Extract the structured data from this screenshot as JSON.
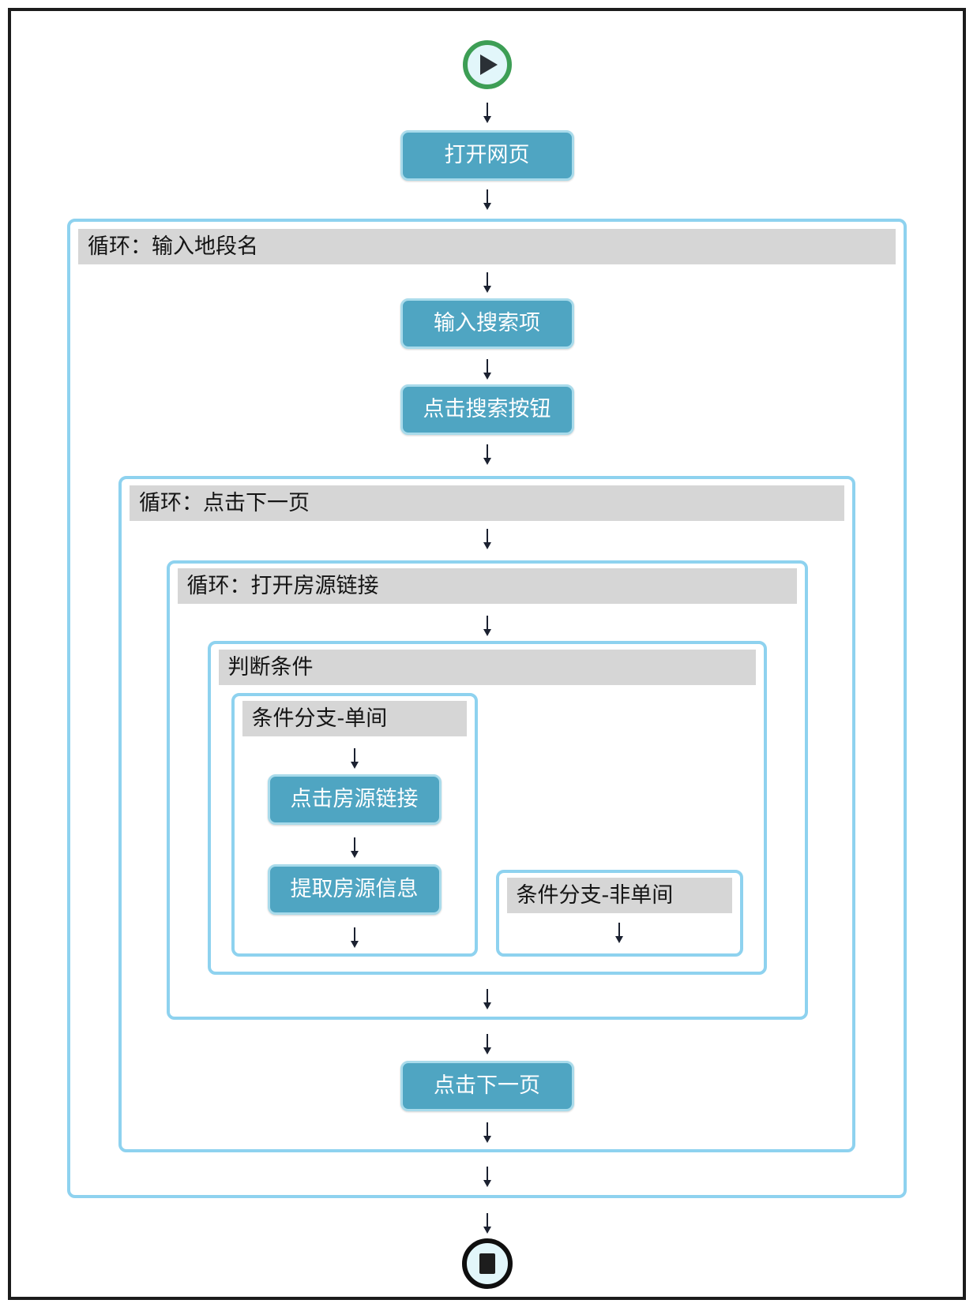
{
  "diagram": {
    "kind": "rpa-workflow-flowchart",
    "start_icon": "play-circle",
    "stop_icon": "stop-circle",
    "arrow_icon": "arrow-down"
  },
  "nodes": {
    "open_webpage": "打开网页",
    "loop_input_area": "循环：输入地段名",
    "enter_search_term": "输入搜索项",
    "click_search_button": "点击搜索按钮",
    "loop_click_next_page": "循环：点击下一页",
    "loop_open_listing_links": "循环：打开房源链接",
    "condition": "判断条件",
    "branch_single_room": "条件分支-单间",
    "click_listing_link": "点击房源链接",
    "extract_listing_info": "提取房源信息",
    "branch_non_single_room": "条件分支-非单间",
    "click_next_page": "点击下一页"
  },
  "colors": {
    "frame_border": "#1c1c1c",
    "container_border": "#8ed2ef",
    "header_bg": "#d6d6d6",
    "header_text": "#141414",
    "step_bg": "#4fa5c2",
    "step_border": "#a9dbeb",
    "step_text": "#ffffff",
    "start_ring": "#3d9e55",
    "stop_ring": "#0f0f0f",
    "icon_fill": "#e2f6fa",
    "arrow": "#1b2130"
  }
}
